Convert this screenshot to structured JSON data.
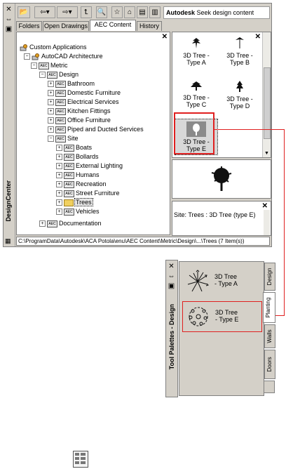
{
  "design_center": {
    "title": "DesignCenter",
    "side_buttons": [
      "close-icon",
      "auto-hide-icon",
      "properties-icon"
    ],
    "toolbar": {
      "buttons": [
        "load-icon",
        "back-icon",
        "forward-icon",
        "up-folder-icon",
        "search-icon",
        "favorites-icon",
        "home-icon",
        "tree-view-toggle-icon",
        "preview-icon"
      ],
      "seek_brand": "Autodesk",
      "seek_text": " Seek design content"
    },
    "tabs": [
      "Folders",
      "Open Drawings",
      "AEC Content",
      "History"
    ],
    "active_tab": "AEC Content",
    "tree": [
      {
        "label": "Custom Applications"
      },
      {
        "label": "AutoCAD Architecture"
      },
      {
        "label": "Metric"
      },
      {
        "label": "Design"
      },
      {
        "label": "Bathroom"
      },
      {
        "label": "Domestic Furniture"
      },
      {
        "label": "Electrical Services"
      },
      {
        "label": "Kitchen Fittings"
      },
      {
        "label": "Office Furniture"
      },
      {
        "label": "Piped and Ducted Services"
      },
      {
        "label": "Site"
      },
      {
        "label": "Boats"
      },
      {
        "label": "Bollards"
      },
      {
        "label": "External Lighting"
      },
      {
        "label": "Humans"
      },
      {
        "label": "Recreation"
      },
      {
        "label": "Street Furniture"
      },
      {
        "label": "Trees"
      },
      {
        "label": "Vehicles"
      },
      {
        "label": "Documentation"
      }
    ],
    "content_items": [
      {
        "line1": "3D Tree -",
        "line2": "Type A"
      },
      {
        "line1": "3D Tree -",
        "line2": "Type B"
      },
      {
        "line1": "3D Tree -",
        "line2": "Type C"
      },
      {
        "line1": "3D Tree -",
        "line2": "Type D"
      },
      {
        "line1": "3D Tree -",
        "line2": "Type E"
      }
    ],
    "description": "Site: Trees : 3D Tree (type E)",
    "status_path": "C:\\ProgramData\\Autodesk\\ACA Potola\\enu\\AEC Content\\Metric\\Design\\...\\Trees (7 Item(s))"
  },
  "tool_palettes": {
    "title": "Tool Palettes - Design",
    "items": [
      {
        "line1": "3D Tree",
        "line2": "- Type A"
      },
      {
        "line1": "3D Tree",
        "line2": "- Type E"
      }
    ],
    "tabs": [
      "Design",
      "Planting",
      "Walls",
      "Doors"
    ],
    "active_tab": "Planting"
  },
  "colors": {
    "callout": "#e02020",
    "panel": "#d4d0c8",
    "selection": "#e8e8e8"
  }
}
